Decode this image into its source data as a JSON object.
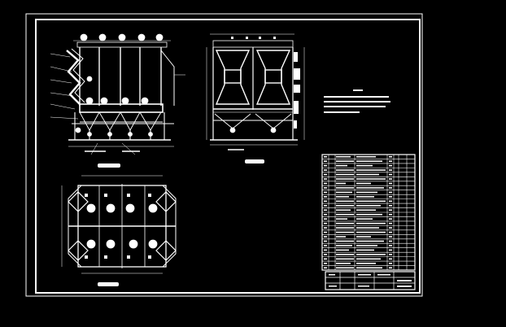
{
  "drawing": {
    "background": "#000000",
    "line_color": "#ffffff",
    "views": [
      {
        "id": "front-view",
        "label": ""
      },
      {
        "id": "side-view",
        "label": ""
      },
      {
        "id": "plan-view",
        "label": ""
      }
    ],
    "notes_title": "",
    "notes_lines": 4,
    "parts_table_rows": 26,
    "title_block_rows": 3
  }
}
